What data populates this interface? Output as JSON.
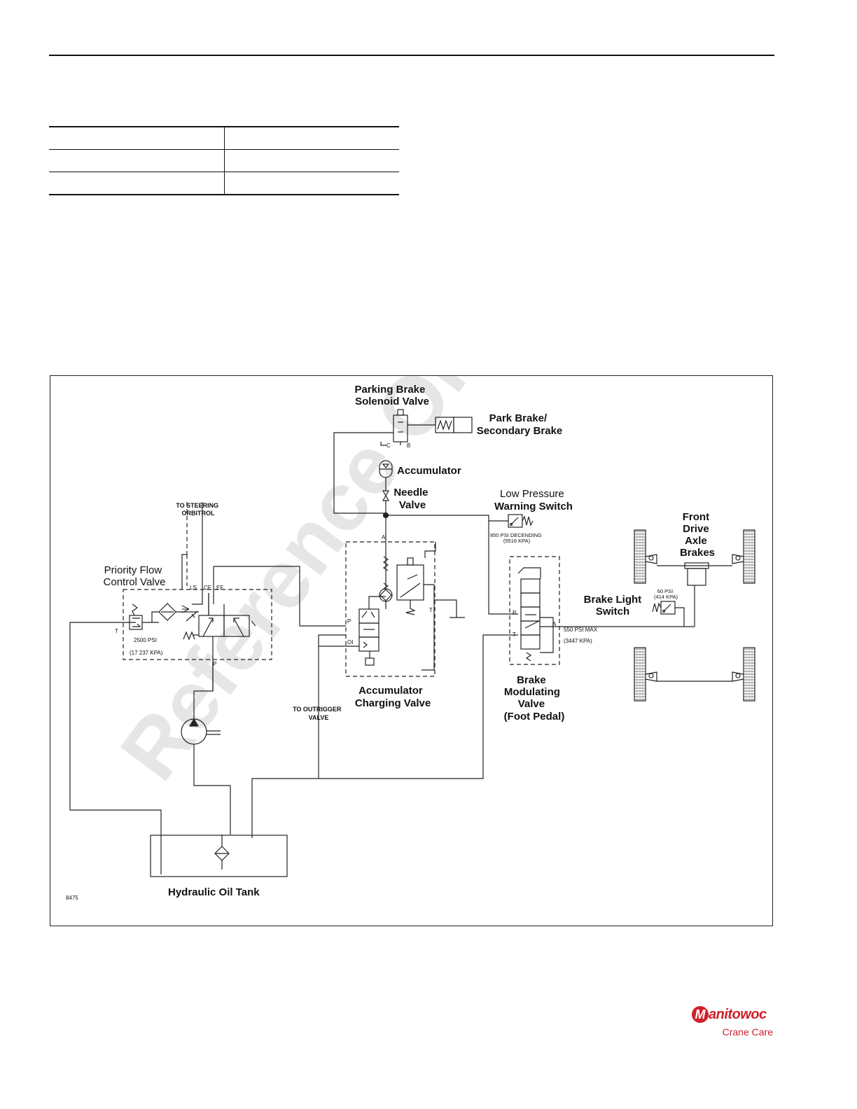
{
  "spec_table": {
    "rows": [
      [
        "",
        ""
      ],
      [
        "",
        ""
      ],
      [
        "",
        ""
      ]
    ]
  },
  "watermark": "Reference Only",
  "diagram": {
    "labels": {
      "parking_brake_valve": [
        "Parking Brake",
        "Solenoid Valve"
      ],
      "park_brake": [
        "Park Brake/",
        "Secondary Brake"
      ],
      "accumulator": "Accumulator",
      "needle_valve": [
        "Needle",
        "Valve"
      ],
      "low_pressure_switch": [
        "Low Pressure",
        "Warning Switch"
      ],
      "low_pressure_setting": [
        "850 PSI DECENDING",
        "(5516 KPA)"
      ],
      "front_axle_brakes": [
        "Front",
        "Drive",
        "Axle",
        "Brakes"
      ],
      "brake_light_setting": [
        "60 PSI",
        "(414 KPA)"
      ],
      "brake_light_switch": [
        "Brake Light",
        "Switch"
      ],
      "to_steering": [
        "TO STEERING",
        "ORBITROL"
      ],
      "priority_flow_valve": [
        "Priority Flow",
        "Control Valve"
      ],
      "pfv_ports": [
        "LS",
        "CF",
        "EF"
      ],
      "relief_setting": [
        "2500 PSI",
        "(17 237 KPA)"
      ],
      "accumulator_charging_valve": [
        "Accumulator",
        "Charging Valve"
      ],
      "to_outrigger": [
        "TO OUTRIGGER",
        "VALVE"
      ],
      "brake_mod_valve": [
        "Brake",
        "Modulating",
        "Valve",
        "(Foot Pedal)"
      ],
      "max_pressure": [
        "550 PSI MAX",
        "(3447 KPA)"
      ],
      "hydraulic_tank": "Hydraulic Oil Tank",
      "figure_number": "8475",
      "port_letters": {
        "c": "C",
        "b": "B",
        "a_acv": "A",
        "p_acv": "P",
        "oi_acv": "OI",
        "t_acv": "T",
        "p_pfv": "P",
        "t_pfv": "T",
        "p_bmv": "P",
        "t_bmv": "T",
        "a_bmv": "A"
      }
    }
  },
  "logo": {
    "mark": "M",
    "brand": "anitowoc",
    "sub": "Crane Care"
  },
  "colors": {
    "brand_red": "#d0202a",
    "watermark_gray": "#e6e6e6",
    "line": "#222222"
  }
}
